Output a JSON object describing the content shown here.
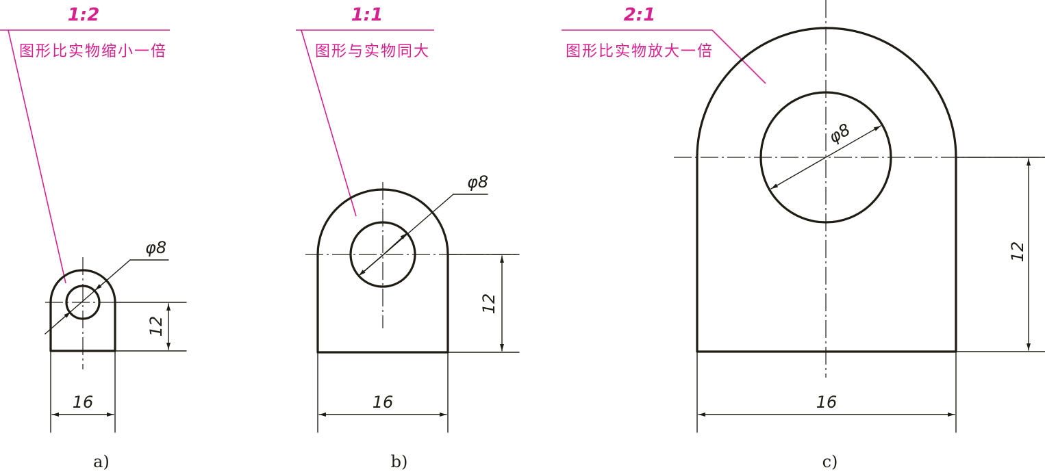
{
  "colors": {
    "line": "#1f1c14",
    "annotation": "#d4218f"
  },
  "views": [
    {
      "id": "a",
      "scale": "1:2",
      "note": "图形比实物缩小一倍",
      "diameter_label": "φ8",
      "height_label": "12",
      "width_label": "16",
      "caption": "a)"
    },
    {
      "id": "b",
      "scale": "1:1",
      "note": "图形与实物同大",
      "diameter_label": "φ8",
      "height_label": "12",
      "width_label": "16",
      "caption": "b)"
    },
    {
      "id": "c",
      "scale": "2:1",
      "note": "图形比实物放大一倍",
      "diameter_label": "φ8",
      "height_label": "12",
      "width_label": "16",
      "caption": "c)"
    }
  ]
}
